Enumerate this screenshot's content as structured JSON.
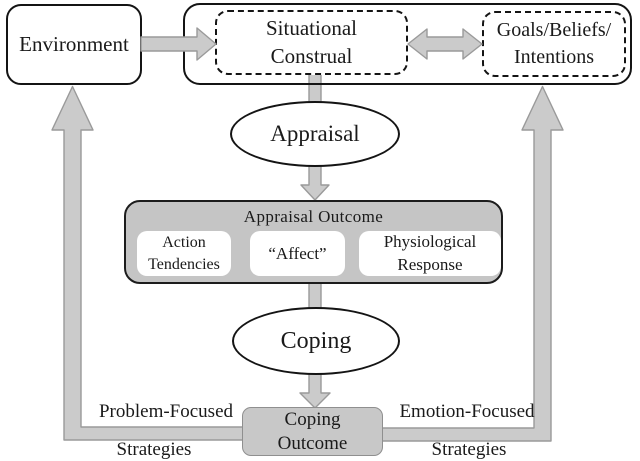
{
  "colors": {
    "arrow_fill": "#cbcbcb",
    "arrow_stroke": "#9a9a9a",
    "panel_fill": "#c5c5c5",
    "panel_border": "#1c1c1c",
    "box_border": "#141414",
    "coping_outcome_fill": "#c8c8c8",
    "coping_outcome_border": "#8f8f8f",
    "text": "#1a1a1a"
  },
  "nodes": {
    "environment": "Environment",
    "situational_construal": {
      "line1": "Situational",
      "line2": "Construal"
    },
    "goals_beliefs_intentions": {
      "line1": "Goals/Beliefs/",
      "line2": "Intentions"
    },
    "appraisal": "Appraisal",
    "appraisal_outcome": {
      "title": "Appraisal Outcome",
      "action_tendencies": {
        "line1": "Action",
        "line2": "Tendencies"
      },
      "affect": "“Affect”",
      "physiological_response": {
        "line1": "Physiological",
        "line2": "Response"
      }
    },
    "coping": "Coping",
    "coping_outcome": {
      "line1": "Coping",
      "line2": "Outcome"
    }
  },
  "edge_labels": {
    "problem_focused": "Problem-Focused",
    "strategies_left": "Strategies",
    "emotion_focused": "Emotion-Focused",
    "strategies_right": "Strategies"
  },
  "edges": [
    {
      "from": "environment",
      "to": "situational_construal",
      "style": "thick-gray-arrow"
    },
    {
      "from": "situational_construal",
      "to": "goals_beliefs_intentions",
      "style": "thick-gray-double-arrow"
    },
    {
      "from": "situational_construal",
      "to": "appraisal",
      "style": "thick-gray-line"
    },
    {
      "from": "appraisal",
      "to": "appraisal_outcome",
      "style": "thick-gray-arrow"
    },
    {
      "from": "appraisal_outcome",
      "to": "coping",
      "style": "thick-gray-line"
    },
    {
      "from": "coping",
      "to": "coping_outcome",
      "style": "thick-gray-arrow"
    },
    {
      "from": "coping_outcome",
      "to": "environment",
      "style": "thick-gray-elbow-arrow",
      "label": "Problem-Focused Strategies"
    },
    {
      "from": "coping_outcome",
      "to": "goals_beliefs_intentions",
      "style": "thick-gray-elbow-arrow",
      "label": "Emotion-Focused Strategies"
    }
  ]
}
